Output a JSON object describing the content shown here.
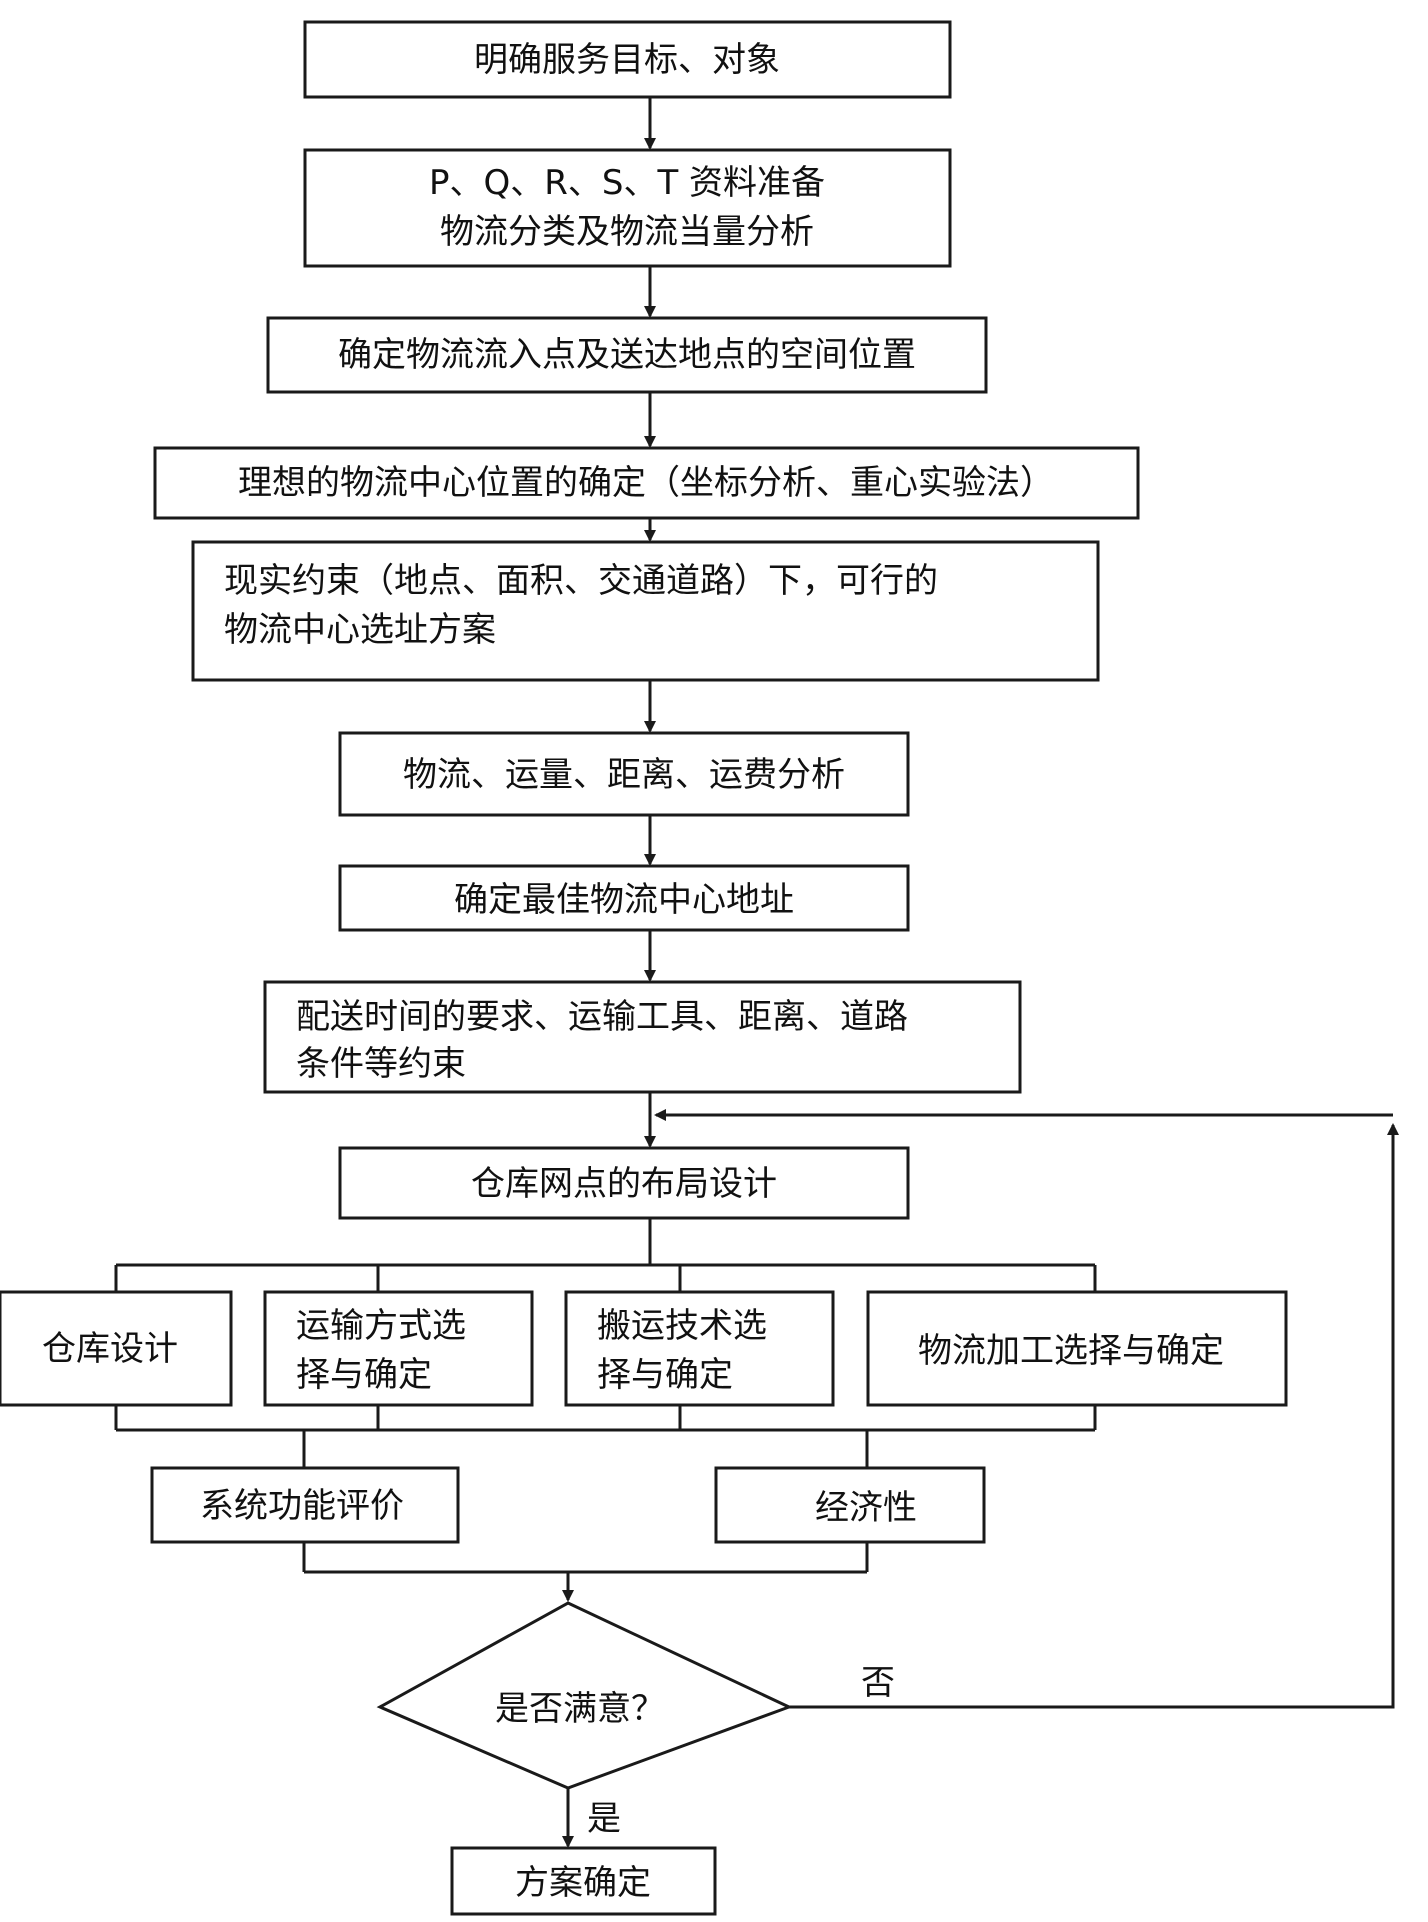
{
  "nodes": {
    "n1": {
      "lines": [
        "明确服务目标、对象"
      ]
    },
    "n2": {
      "lines": [
        "P、Q、R、S、T 资料准备",
        "物流分类及物流当量分析"
      ]
    },
    "n3": {
      "lines": [
        "确定物流流入点及送达地点的空间位置"
      ]
    },
    "n4": {
      "lines": [
        "理想的物流中心位置的确定（坐标分析、重心实验法）"
      ]
    },
    "n5": {
      "lines": [
        "现实约束（地点、面积、交通道路）下，可行的",
        "物流中心选址方案"
      ]
    },
    "n6": {
      "lines": [
        "物流、运量、距离、运费分析"
      ]
    },
    "n7": {
      "lines": [
        "确定最佳物流中心地址"
      ]
    },
    "n8": {
      "lines": [
        "配送时间的要求、运输工具、距离、道路",
        "条件等约束"
      ]
    },
    "n9": {
      "lines": [
        "仓库网点的布局设计"
      ]
    },
    "n10": {
      "lines": [
        "仓库设计"
      ]
    },
    "n11": {
      "lines": [
        "运输方式选",
        "择与确定"
      ]
    },
    "n12": {
      "lines": [
        "搬运技术选",
        "择与确定"
      ]
    },
    "n13": {
      "lines": [
        "物流加工选择与确定"
      ]
    },
    "n14": {
      "lines": [
        "系统功能评价"
      ]
    },
    "n15": {
      "lines": [
        "经济性"
      ]
    },
    "decision": {
      "lines": [
        "是否满意？"
      ]
    },
    "n16": {
      "lines": [
        "方案确定"
      ]
    }
  },
  "edge_labels": {
    "no": "否",
    "yes": "是"
  }
}
